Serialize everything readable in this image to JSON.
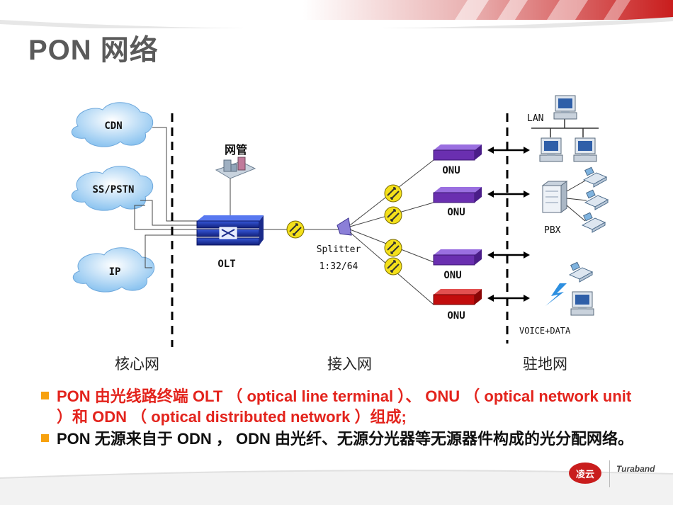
{
  "title": "PON 网络",
  "diagram": {
    "clouds": [
      "CDN",
      "SS/PSTN",
      "IP"
    ],
    "nms_label": "网管",
    "olt_label": "OLT",
    "splitter_label": "Splitter",
    "splitter_ratio": "1:32/64",
    "onu_labels": [
      "ONU",
      "ONU",
      "ONU",
      "ONU"
    ],
    "lan_label": "LAN",
    "pbx_label": "PBX",
    "voice_data_label": "VOICE+DATA",
    "zones": [
      "核心网",
      "接入网",
      "驻地网"
    ]
  },
  "bullets": [
    {
      "text": "PON 由光线路终端 OLT （ optical line terminal ）、 ONU （ optical network unit ）和 ODN （ optical distributed network ）组成;",
      "color": "#e3231c"
    },
    {
      "text": "PON 无源来自于 ODN ， ODN 由光纤、无源分光器等无源器件构成的光分配网络。",
      "color": "#111111"
    }
  ],
  "logos": {
    "left": "凌云",
    "right": "Turaband"
  },
  "colors": {
    "accent": "#f7a10e",
    "banner": "#c91d1d",
    "onu_purple": "#6a2fb0",
    "onu_red": "#c20d0d"
  }
}
